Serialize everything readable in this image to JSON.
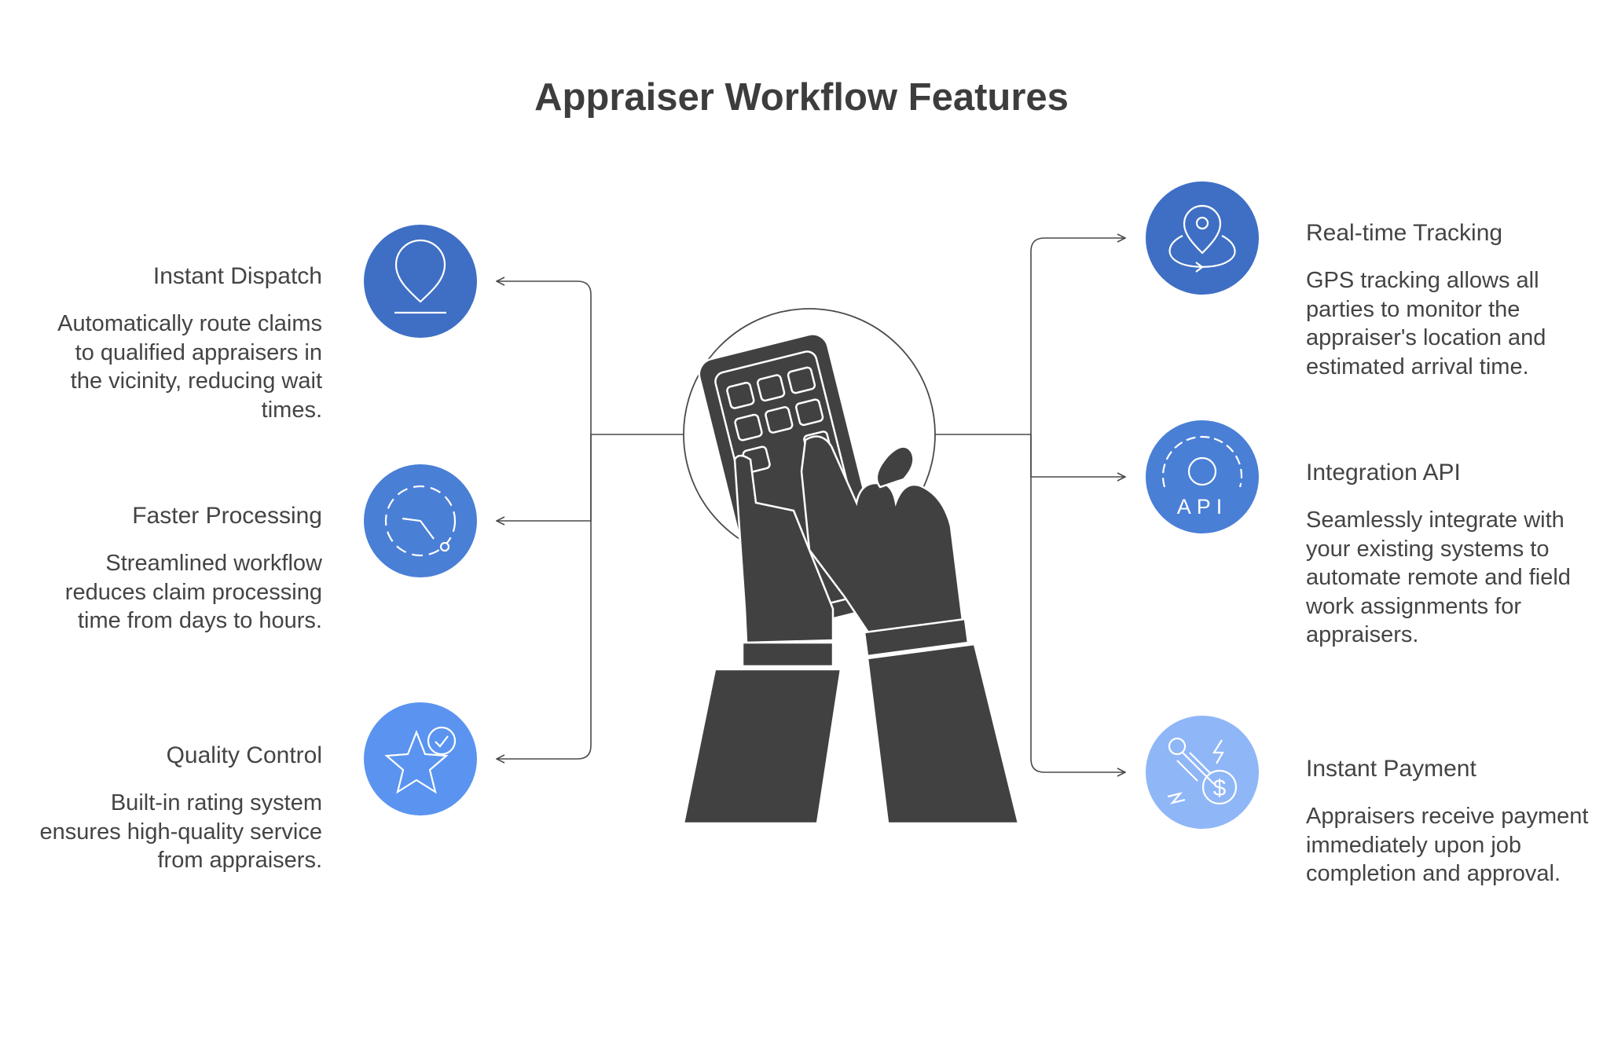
{
  "title": "Appraiser Workflow Features",
  "colors": {
    "dark": "#414141",
    "line": "#4a4a4a",
    "blue_1": "#3f6fc4",
    "blue_2": "#4a7fd6",
    "blue_3": "#5a94f0",
    "blue_4": "#8fb6f7"
  },
  "features": {
    "instant_dispatch": {
      "heading": "Instant Dispatch",
      "description": "Automatically route claims to qualified appraisers in the vicinity, reducing wait times.",
      "icon": "location-pin-icon"
    },
    "faster_processing": {
      "heading": "Faster Processing",
      "description": "Streamlined workflow reduces claim processing time from days to hours.",
      "icon": "stopwatch-icon"
    },
    "quality_control": {
      "heading": "Quality Control",
      "description": "Built-in rating system ensures high-quality service from appraisers.",
      "icon": "star-check-icon"
    },
    "realtime_tracking": {
      "heading": "Real-time Tracking",
      "description": "GPS tracking allows all parties to monitor the appraiser's location and estimated arrival time.",
      "icon": "gps-pin-icon"
    },
    "integration_api": {
      "heading": "Integration API",
      "description": "Seamlessly integrate with your existing systems to automate remote and field work assignments for appraisers.",
      "icon": "api-gear-icon",
      "icon_text": "API"
    },
    "instant_payment": {
      "heading": "Instant Payment",
      "description": "Appraisers receive payment immediately upon job completion and approval.",
      "icon": "payment-plug-icon",
      "icon_text": "$"
    }
  },
  "center_icon": "hands-holding-phone-icon"
}
